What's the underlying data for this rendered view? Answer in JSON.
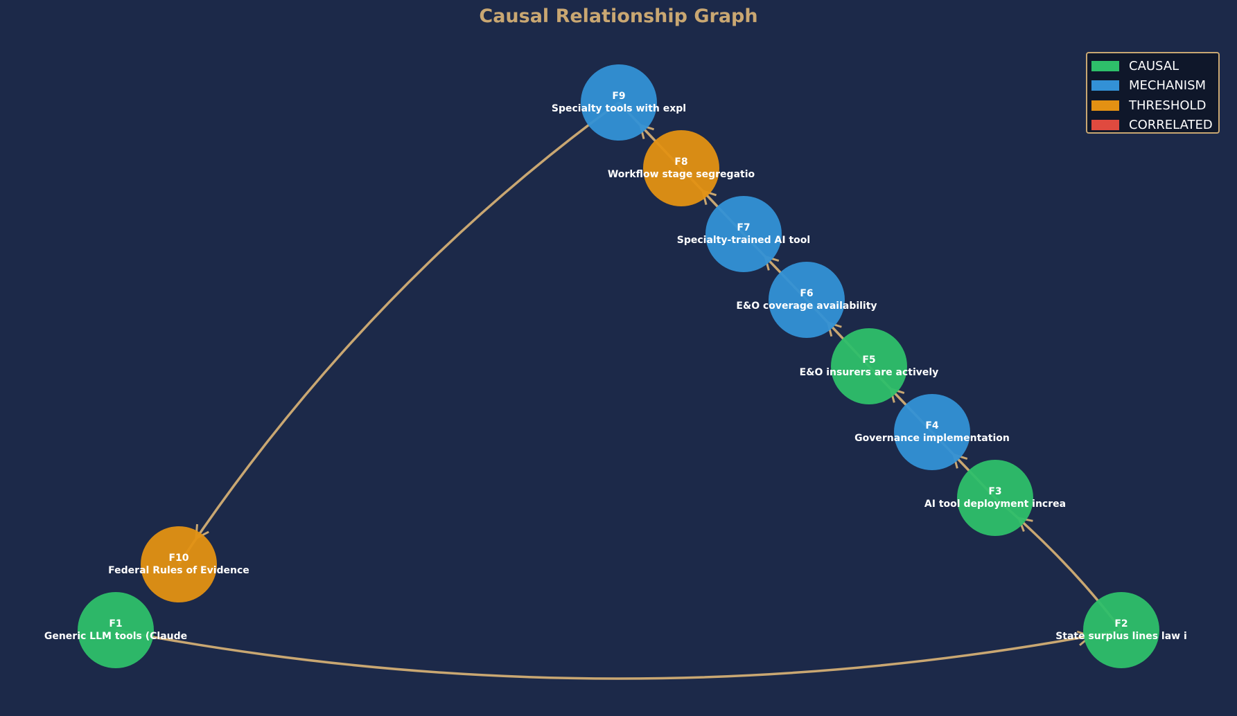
{
  "title": "Causal Relationship Graph",
  "colors": {
    "background": "#1c2949",
    "edge": "#c9a772",
    "title": "#c9a772",
    "legend_bg": "#0f172a",
    "legend_border": "#c9a772"
  },
  "legend": {
    "items": [
      {
        "label": "CAUSAL",
        "color": "#2ebf6a"
      },
      {
        "label": "MECHANISM",
        "color": "#3391d6"
      },
      {
        "label": "THRESHOLD",
        "color": "#e39113"
      },
      {
        "label": "CORRELATED",
        "color": "#e04a3f"
      }
    ]
  },
  "nodes": [
    {
      "id": "F1",
      "label": "Generic LLM tools (Claude",
      "type": "CAUSAL"
    },
    {
      "id": "F2",
      "label": "State surplus lines law i",
      "type": "CAUSAL"
    },
    {
      "id": "F3",
      "label": "AI tool deployment increa",
      "type": "CAUSAL"
    },
    {
      "id": "F4",
      "label": "Governance implementation",
      "type": "MECHANISM"
    },
    {
      "id": "F5",
      "label": "E&O insurers are actively",
      "type": "CAUSAL"
    },
    {
      "id": "F6",
      "label": "E&O coverage availability",
      "type": "MECHANISM"
    },
    {
      "id": "F7",
      "label": "Specialty-trained AI tool",
      "type": "MECHANISM"
    },
    {
      "id": "F8",
      "label": "Workflow stage segregatio",
      "type": "THRESHOLD"
    },
    {
      "id": "F9",
      "label": "Specialty tools with expl",
      "type": "MECHANISM"
    },
    {
      "id": "F10",
      "label": "Federal Rules of Evidence",
      "type": "THRESHOLD"
    }
  ],
  "edges": [
    {
      "from": "F1",
      "to": "F2"
    },
    {
      "from": "F2",
      "to": "F3"
    },
    {
      "from": "F3",
      "to": "F4"
    },
    {
      "from": "F4",
      "to": "F5"
    },
    {
      "from": "F5",
      "to": "F6"
    },
    {
      "from": "F6",
      "to": "F7"
    },
    {
      "from": "F7",
      "to": "F8"
    },
    {
      "from": "F8",
      "to": "F9"
    },
    {
      "from": "F9",
      "to": "F10"
    }
  ]
}
